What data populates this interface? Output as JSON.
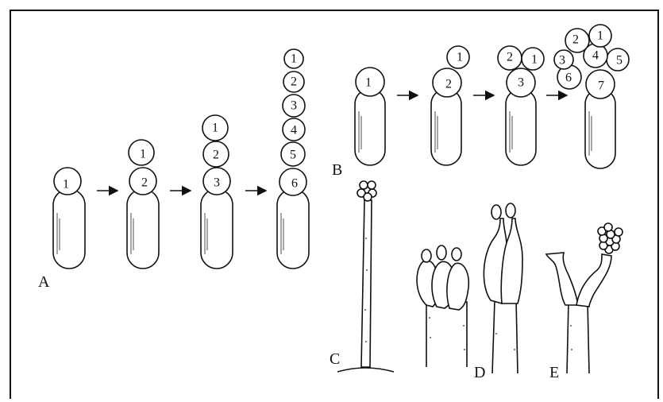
{
  "panels": {
    "A": {
      "label": "A"
    },
    "B": {
      "label": "B"
    },
    "C": {
      "label": "C"
    },
    "D": {
      "label": "D"
    },
    "E": {
      "label": "E"
    }
  },
  "seriesA": [
    [
      "1"
    ],
    [
      "1",
      "2"
    ],
    [
      "1",
      "2",
      "3"
    ],
    [
      "1",
      "2",
      "3",
      "4",
      "5",
      "6"
    ]
  ],
  "seriesB": [
    [
      "1"
    ],
    [
      "1",
      "2"
    ],
    [
      "2",
      "1",
      "3"
    ],
    [
      "2",
      "1",
      "3",
      "4",
      "5",
      "6",
      "7"
    ]
  ]
}
